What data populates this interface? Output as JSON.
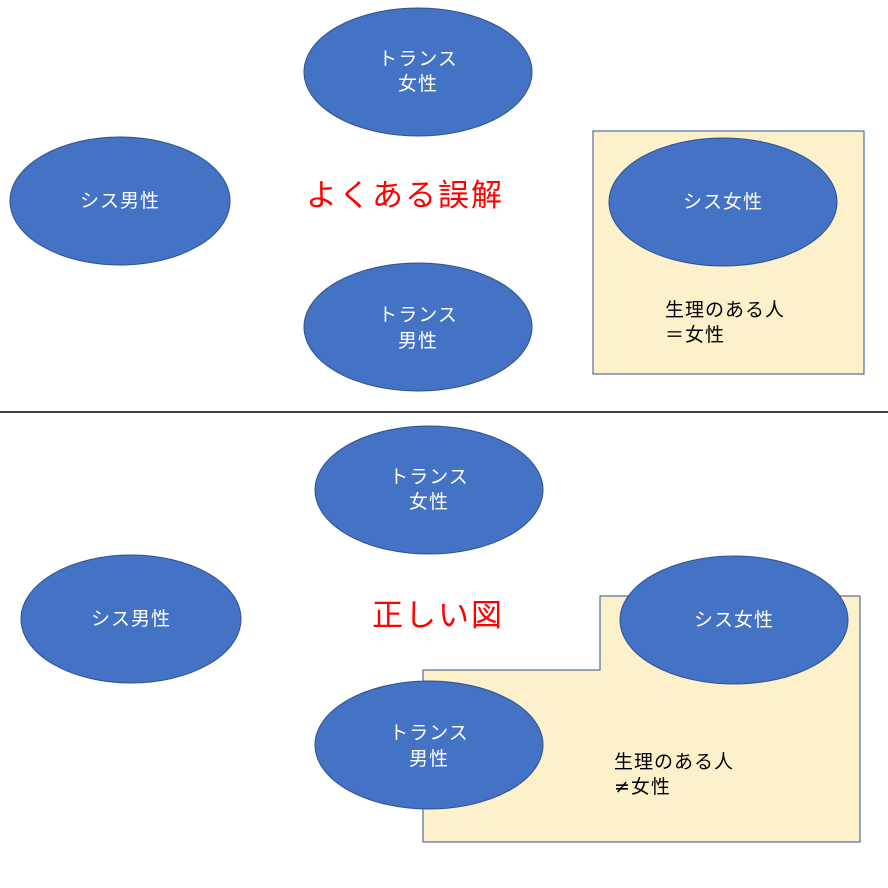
{
  "colors": {
    "oval_fill": "#4472c4",
    "oval_stroke": "#2f528f",
    "region_fill": "#fdf1cc",
    "region_stroke": "#2f528f",
    "title_color": "#ff0000",
    "divider": "#000000"
  },
  "top": {
    "title": "よくある誤解",
    "trans_woman": {
      "line1": "トランス",
      "line2": "女性"
    },
    "cis_man": {
      "label": "シス男性"
    },
    "trans_man": {
      "line1": "トランス",
      "line2": "男性"
    },
    "cis_woman": {
      "label": "シス女性"
    },
    "region_text": {
      "line1": "生理のある人",
      "line2": "＝女性"
    }
  },
  "bottom": {
    "title": "正しい図",
    "trans_woman": {
      "line1": "トランス",
      "line2": "女性"
    },
    "cis_man": {
      "label": "シス男性"
    },
    "trans_man": {
      "line1": "トランス",
      "line2": "男性"
    },
    "cis_woman": {
      "label": "シス女性"
    },
    "region_text": {
      "line1": "生理のある人",
      "line2": "≠女性"
    }
  }
}
